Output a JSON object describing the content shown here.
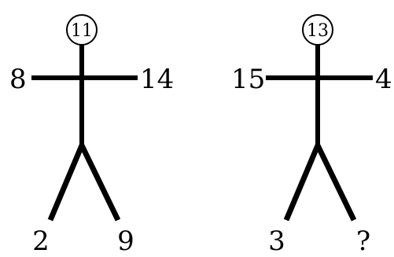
{
  "figures": [
    {
      "head": "11",
      "left_arm": "8",
      "right_arm": "14",
      "left_leg": "2",
      "right_leg": "9"
    },
    {
      "head": "13",
      "left_arm": "15",
      "right_arm": "4",
      "left_leg": "3",
      "right_leg": "?"
    }
  ]
}
